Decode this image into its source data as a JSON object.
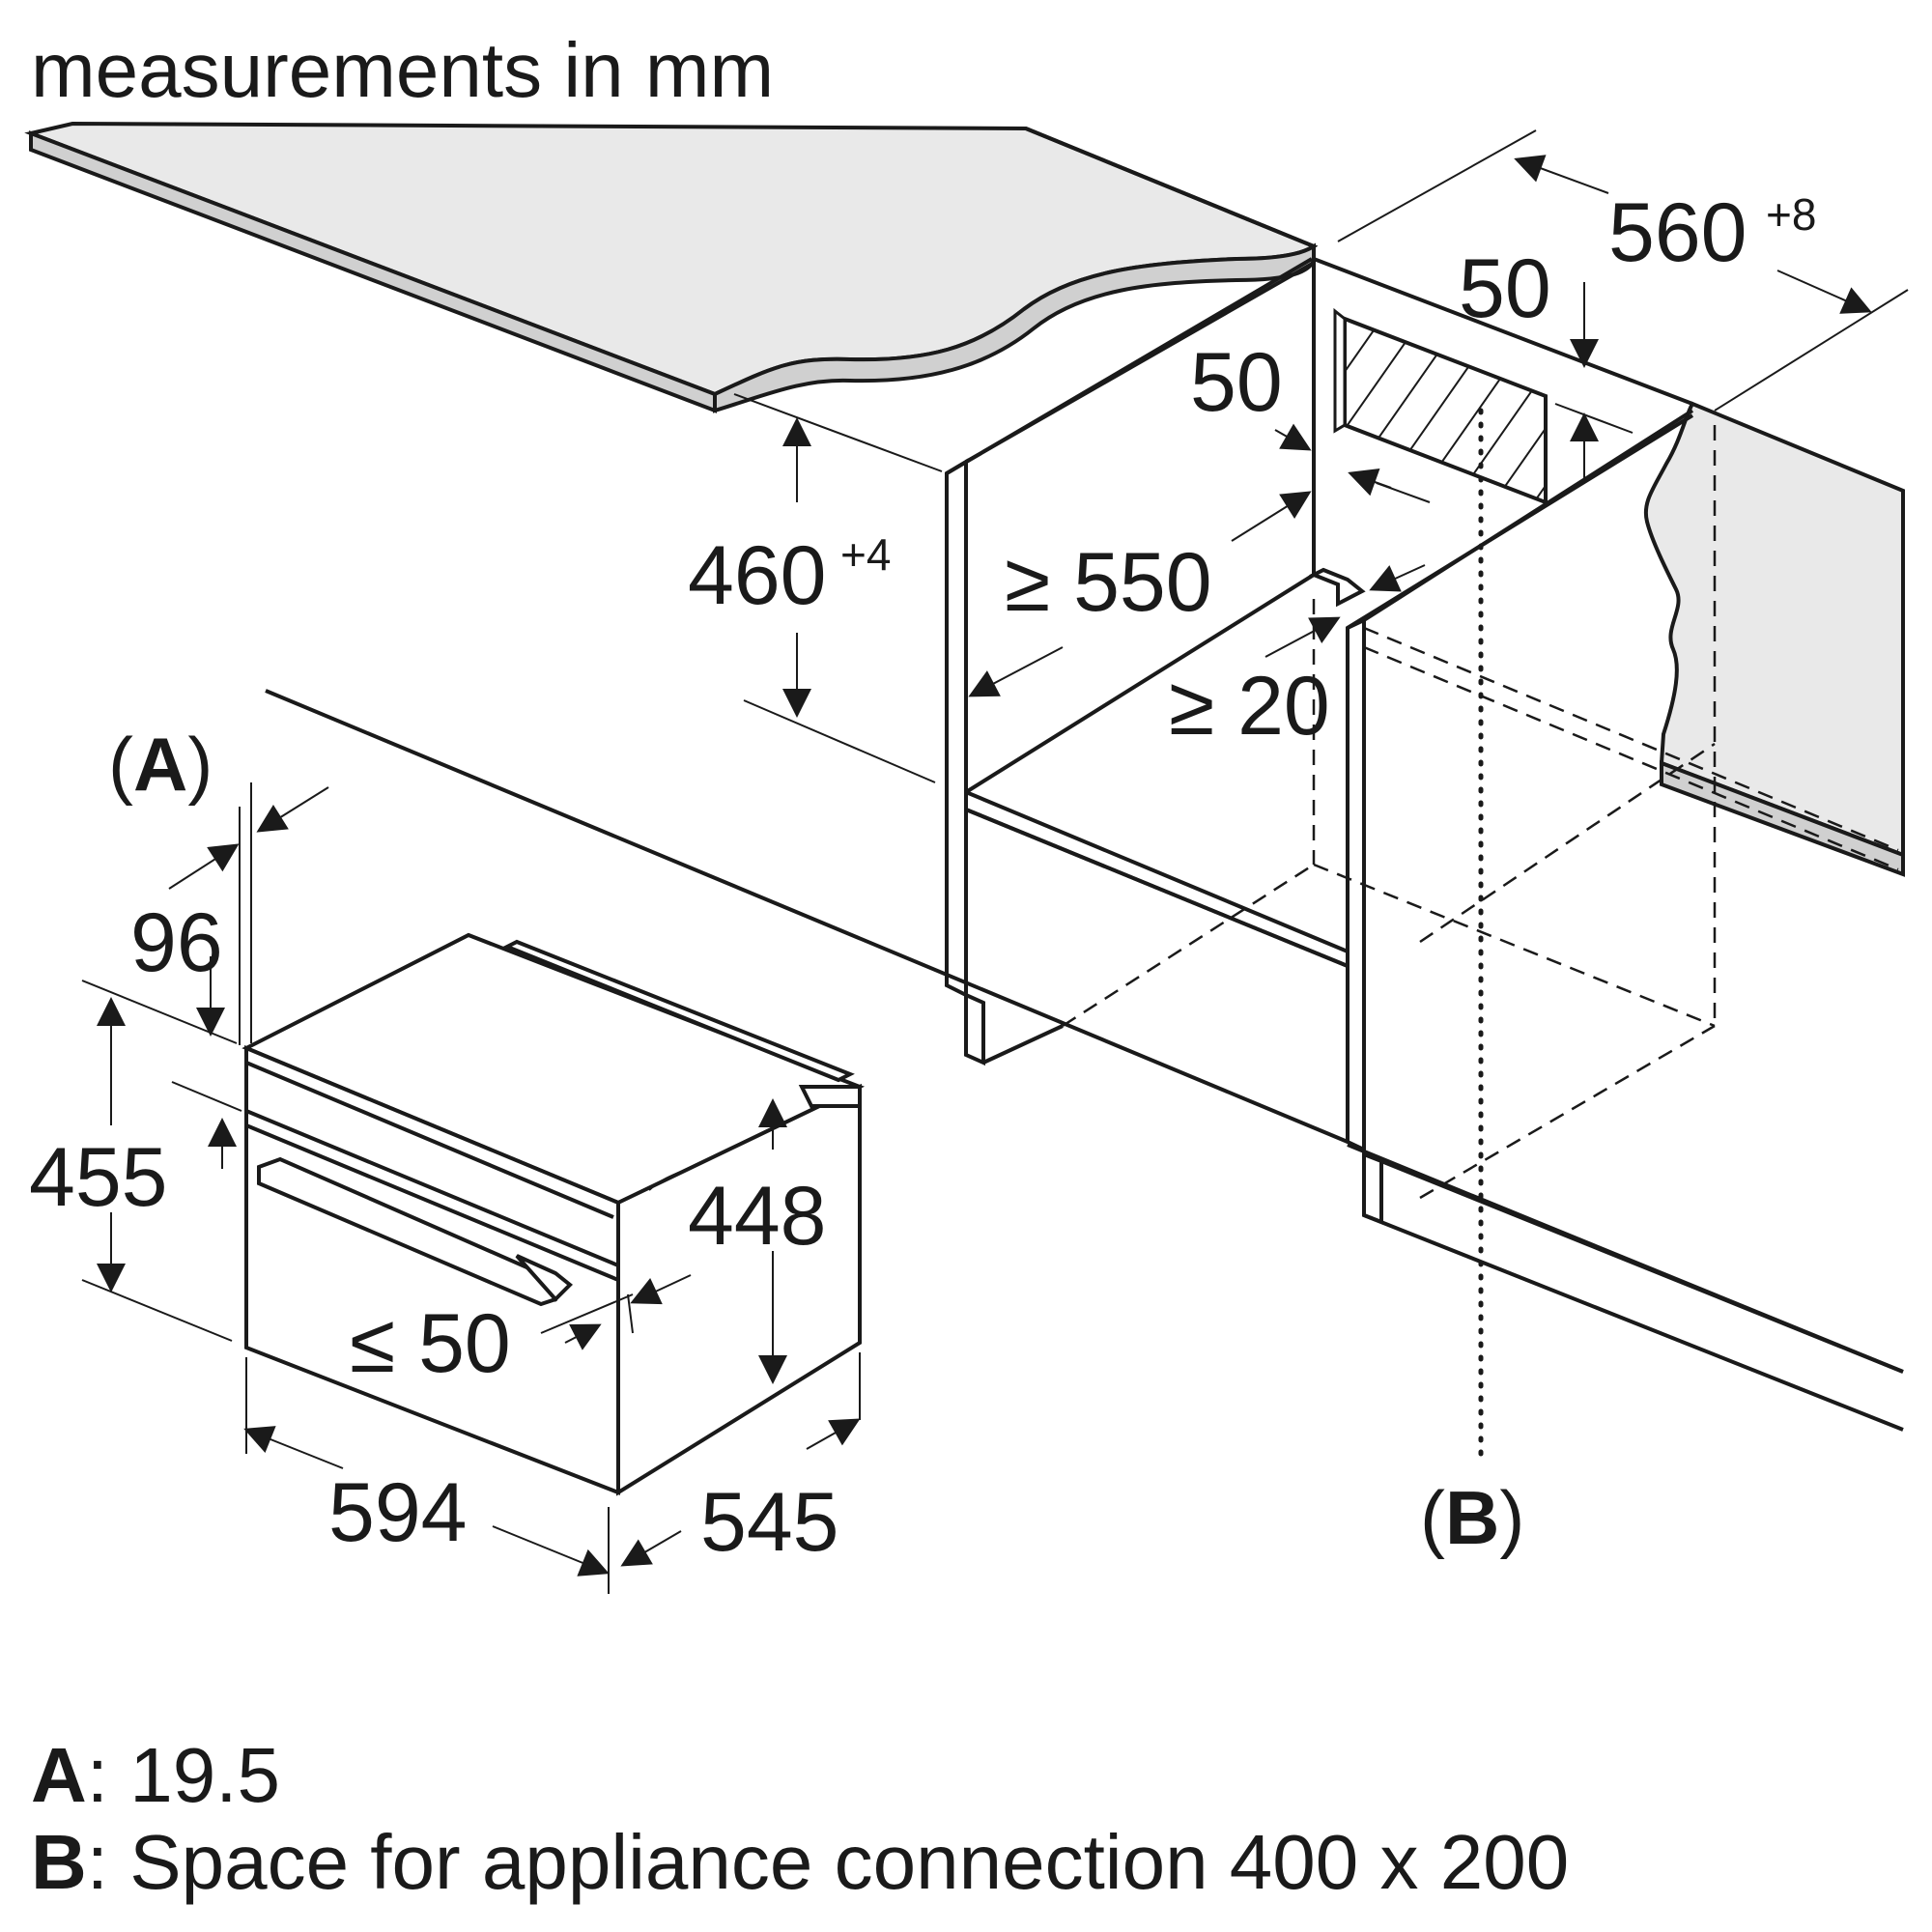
{
  "title": "measurements in mm",
  "dimensions": {
    "cutout_width": {
      "value": "560",
      "tolerance": "+8"
    },
    "cutout_height": {
      "value": "460",
      "tolerance": "+4"
    },
    "vent_top": "50",
    "vent_side": "50",
    "depth_min": "≥ 550",
    "gap_min": "≥ 20",
    "front_depth": "96",
    "appliance_height_total": "455",
    "appliance_height_body": "448",
    "handle_clearance": "≤ 50",
    "appliance_width": "594",
    "appliance_depth": "545"
  },
  "markers": {
    "a": {
      "open": "(",
      "letter": "A",
      "close": ")"
    },
    "b": {
      "open": "(",
      "letter": "B",
      "close": ")"
    }
  },
  "legend": [
    {
      "key": "A",
      "text": ": 19.5"
    },
    {
      "key": "B",
      "text": ": Space for appliance connection 400 x 200"
    }
  ]
}
